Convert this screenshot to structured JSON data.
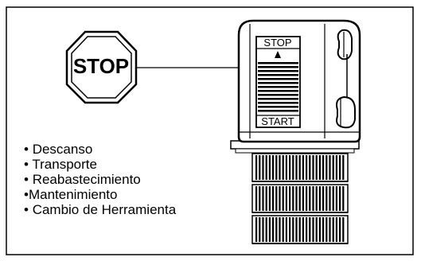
{
  "stop_sign": {
    "text": "STOP"
  },
  "switch": {
    "top_label": "STOP",
    "bottom_label": "START"
  },
  "bullet_char": "•",
  "items": [
    "Descanso",
    "Transporte",
    "Reabastecimiento",
    "Mantenimiento",
    "Cambio de Herramienta"
  ]
}
